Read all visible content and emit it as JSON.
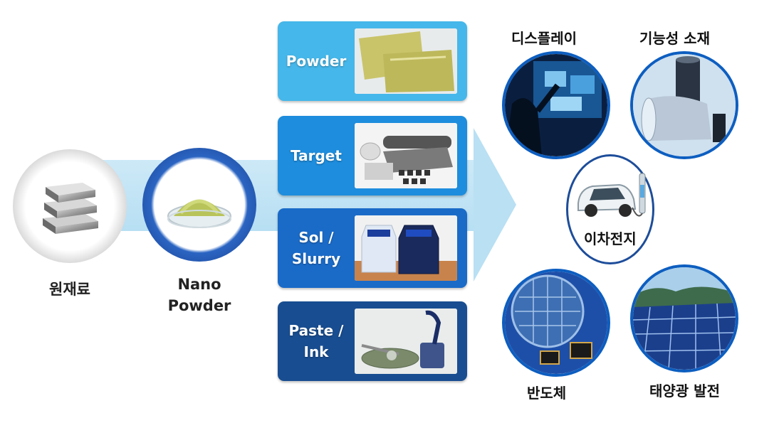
{
  "source": {
    "raw_label": "원재료",
    "nano_label": "Nano\nPowder"
  },
  "forms": [
    {
      "label": "Powder",
      "color": "#45b7ea"
    },
    {
      "label": "Target",
      "color": "#1e8ddd"
    },
    {
      "label": "Sol /\nSlurry",
      "color": "#1a6bc8"
    },
    {
      "label": "Paste  /\nInk",
      "color": "#184d91"
    }
  ],
  "applications": {
    "display": "디스플레이",
    "functional": "기능성 소재",
    "battery": "이차전지",
    "semiconductor": "반도체",
    "solar": "태양광 발전"
  },
  "colors": {
    "band": "#c3e4f5",
    "ring_blue": "#0d5ec0"
  }
}
